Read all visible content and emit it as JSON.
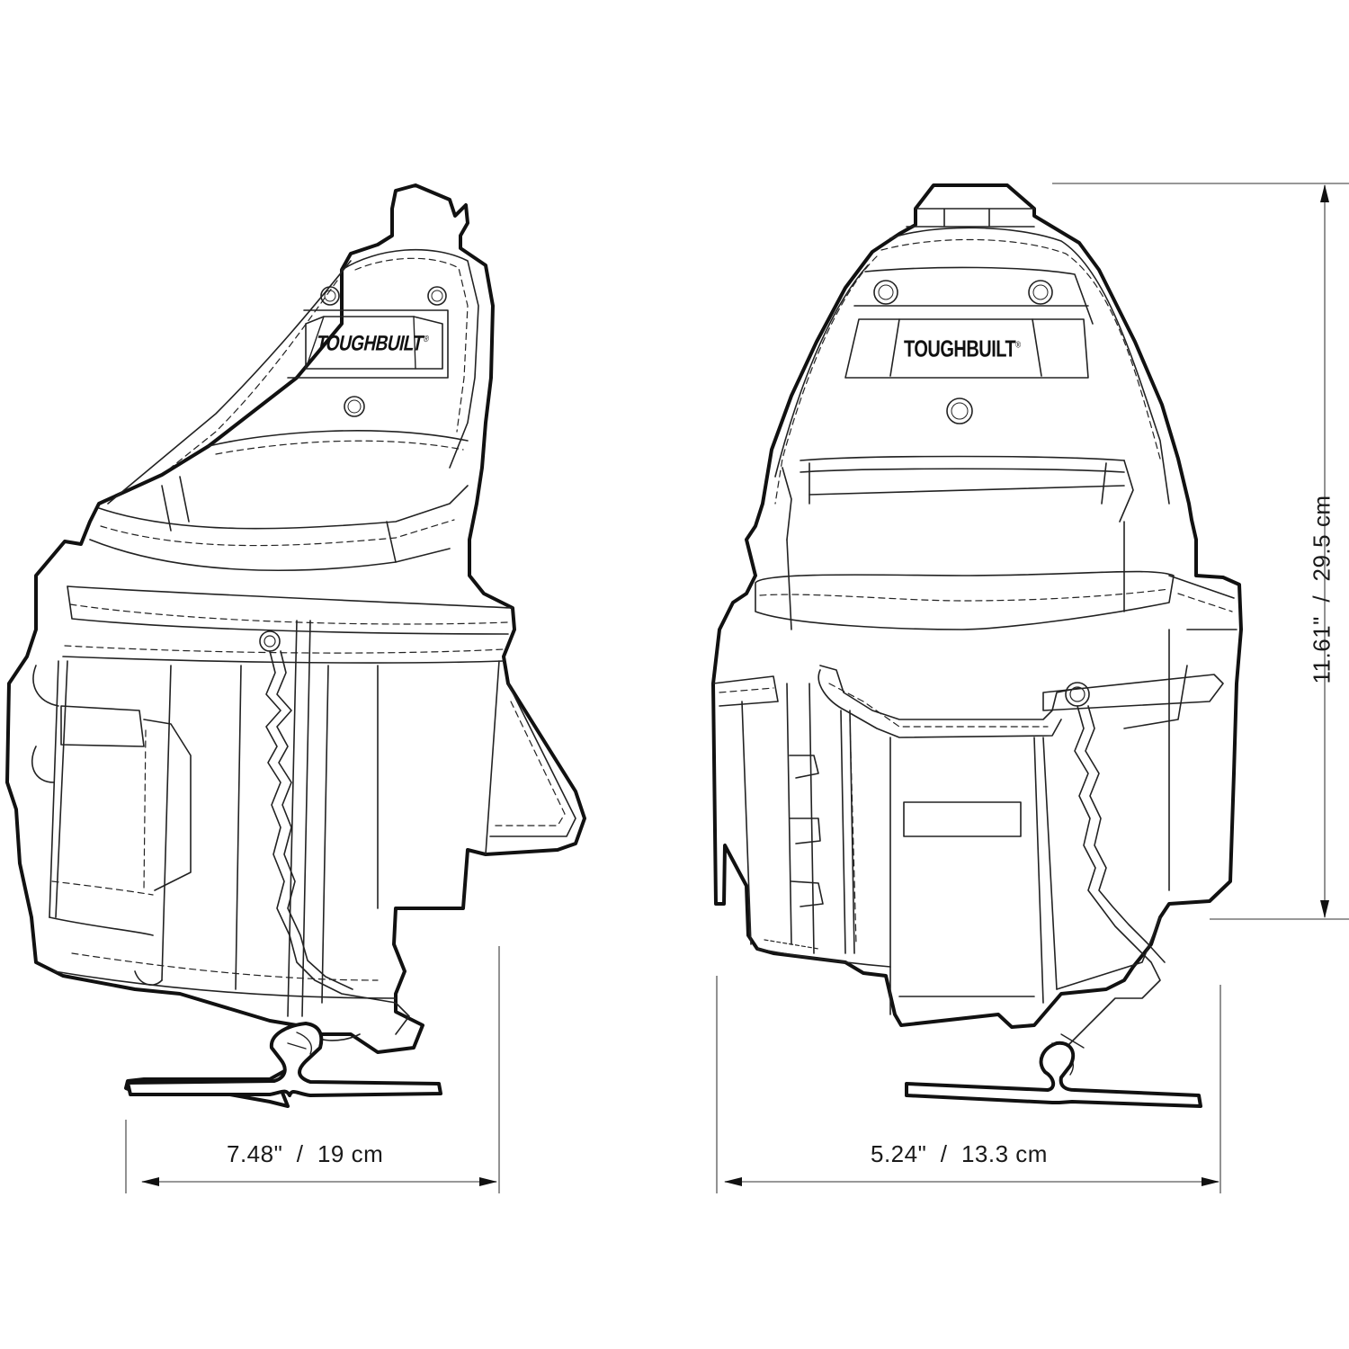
{
  "diagram": {
    "subject": "tool pouch dimension drawing",
    "colors": {
      "outline": "#111111",
      "detail": "#222222",
      "dimension_line": "#777777",
      "text": "#1a1a1a",
      "background": "#ffffff"
    },
    "views": [
      {
        "name": "side-view",
        "logo_text": "TOUGHBUILT",
        "logo_mark": "®"
      },
      {
        "name": "front-view",
        "logo_text": "TOUGHBUILT",
        "logo_mark": "®"
      }
    ],
    "dimensions": {
      "depth": {
        "label": "7.48\"  /  19 cm",
        "inches": "7.48\"",
        "cm": "19 cm"
      },
      "width": {
        "label": "5.24\"  /  13.3 cm",
        "inches": "5.24\"",
        "cm": "13.3 cm"
      },
      "height": {
        "label": "11.61\"  /  29.5 cm",
        "inches": "11.61\"",
        "cm": "29.5 cm"
      }
    }
  }
}
